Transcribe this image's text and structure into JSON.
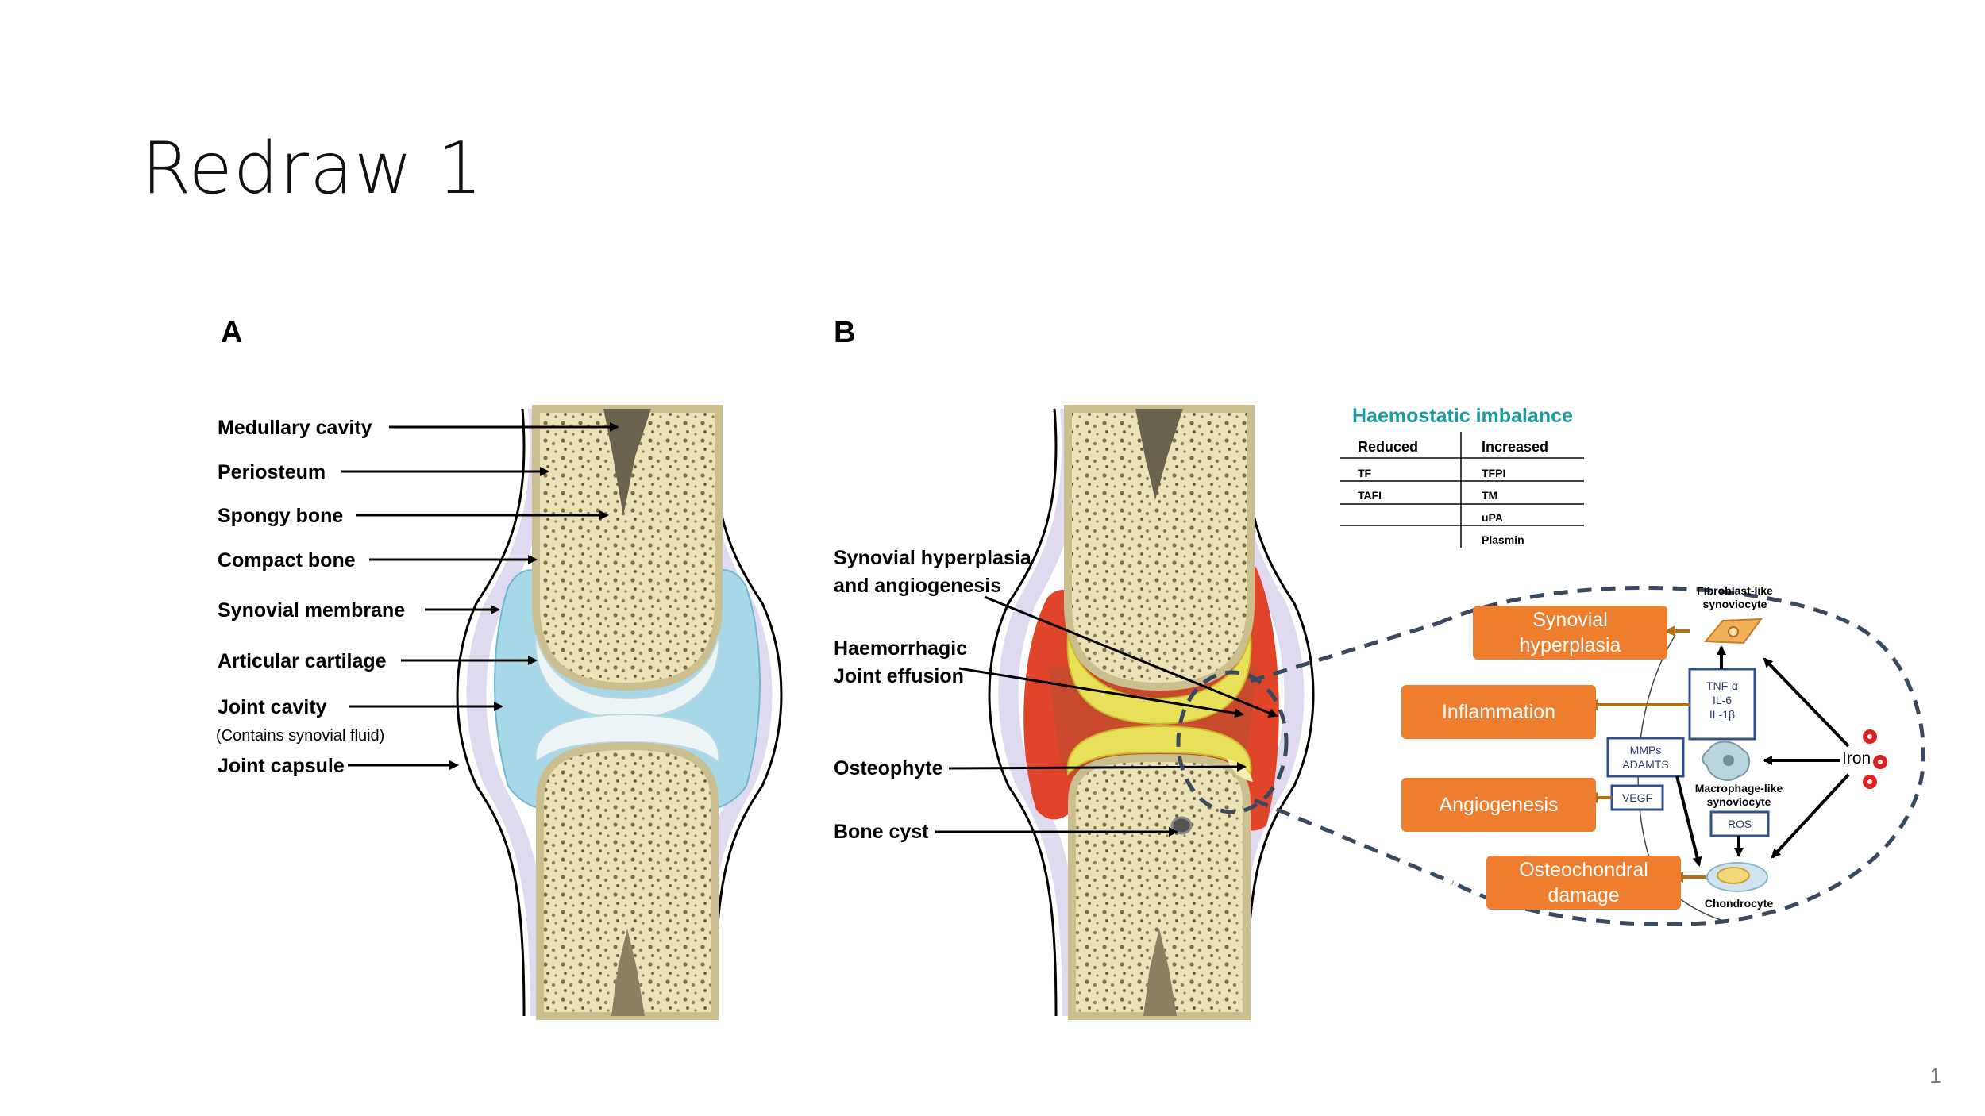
{
  "slide": {
    "title": "Redraw 1",
    "page_number": "1"
  },
  "panel_a": {
    "label": "A",
    "labels": {
      "medullary": "Medullary cavity",
      "periosteum": "Periosteum",
      "spongy": "Spongy bone",
      "compact": "Compact bone",
      "synovial_membrane": "Synovial membrane",
      "articular": "Articular cartilage",
      "joint_cavity": "Joint cavity",
      "joint_cavity_sub": "(Contains synovial fluid)",
      "joint_capsule": "Joint capsule"
    }
  },
  "panel_b": {
    "label": "B",
    "labels": {
      "hyperplasia_1": "Synovial hyperplasia",
      "hyperplasia_2": "and angiogenesis",
      "haemorrhagic_1": "Haemorrhagic",
      "haemorrhagic_2": "Joint effusion",
      "osteophyte": "Osteophyte",
      "bone_cyst": "Bone cyst"
    },
    "haemostatic": {
      "title": "Haemostatic imbalance",
      "col_reduced": "Reduced",
      "col_increased": "Increased",
      "rows": [
        {
          "reduced": "TF",
          "increased": "TFPI"
        },
        {
          "reduced": "TAFI",
          "increased": "TM"
        },
        {
          "reduced": "",
          "increased": "uPA"
        },
        {
          "reduced": "",
          "increased": "Plasmin"
        }
      ]
    },
    "outcomes": {
      "hyperplasia_1": "Synovial",
      "hyperplasia_2": "hyperplasia",
      "inflammation": "Inflammation",
      "angiogenesis": "Angiogenesis",
      "osteo_1": "Osteochondral",
      "osteo_2": "damage"
    },
    "mediators": {
      "tnf": "TNF-α",
      "il6": "IL-6",
      "il1": "IL-1β",
      "mmps": "MMPs",
      "adamts": "ADAMTS",
      "vegf": "VEGF",
      "ros": "ROS"
    },
    "cells": {
      "fibro_1": "Fibroblast-like",
      "fibro_2": "synoviocyte",
      "macro_1": "Macrophage-like",
      "macro_2": "synoviocyte",
      "chondrocyte": "Chondrocyte",
      "iron": "Iron"
    },
    "colors": {
      "orange": "#ee7d2e",
      "teal": "#1b9aa0",
      "arrow_brown": "#b36f14",
      "box_blue": "#2f4f8f"
    }
  }
}
